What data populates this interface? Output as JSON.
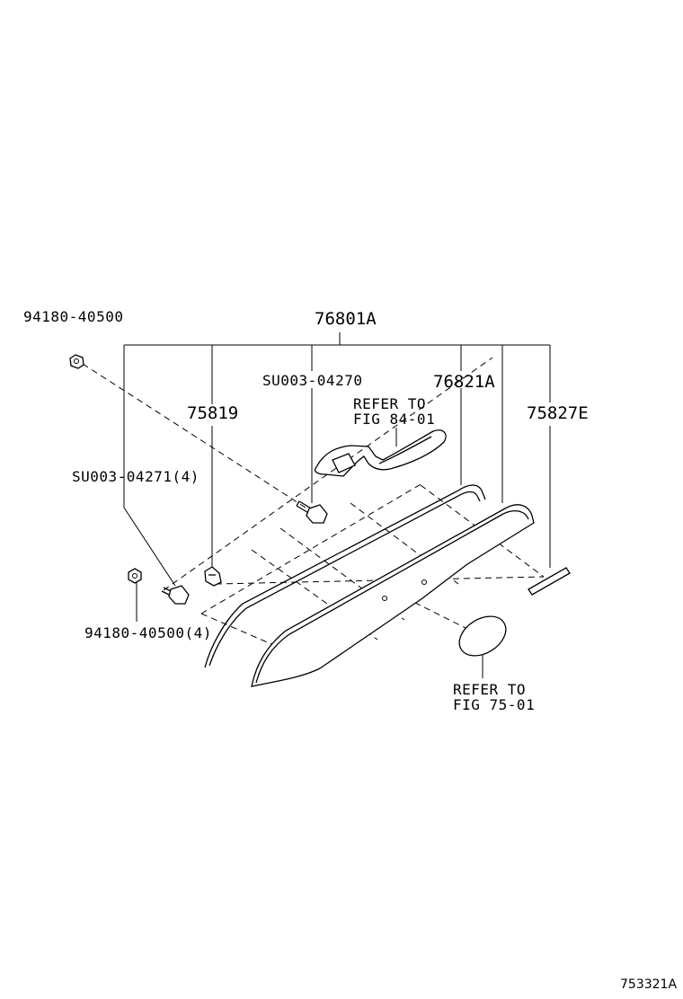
{
  "labels": {
    "nut_top": "94180-40500",
    "assembly": "76801A",
    "clip_bolt": "SU003-04270",
    "retainer": "75819",
    "moulding": "76821A",
    "refer_wire_1": "REFER TO",
    "refer_wire_2": "FIG 84-01",
    "emblem_side": "75827E",
    "clip_bolt_qty": "SU003-04271(4)",
    "nut_bottom_qty": "94180-40500(4)",
    "refer_emblem_1": "REFER TO",
    "refer_emblem_2": "FIG 75-01"
  },
  "figure_id": "753321A"
}
